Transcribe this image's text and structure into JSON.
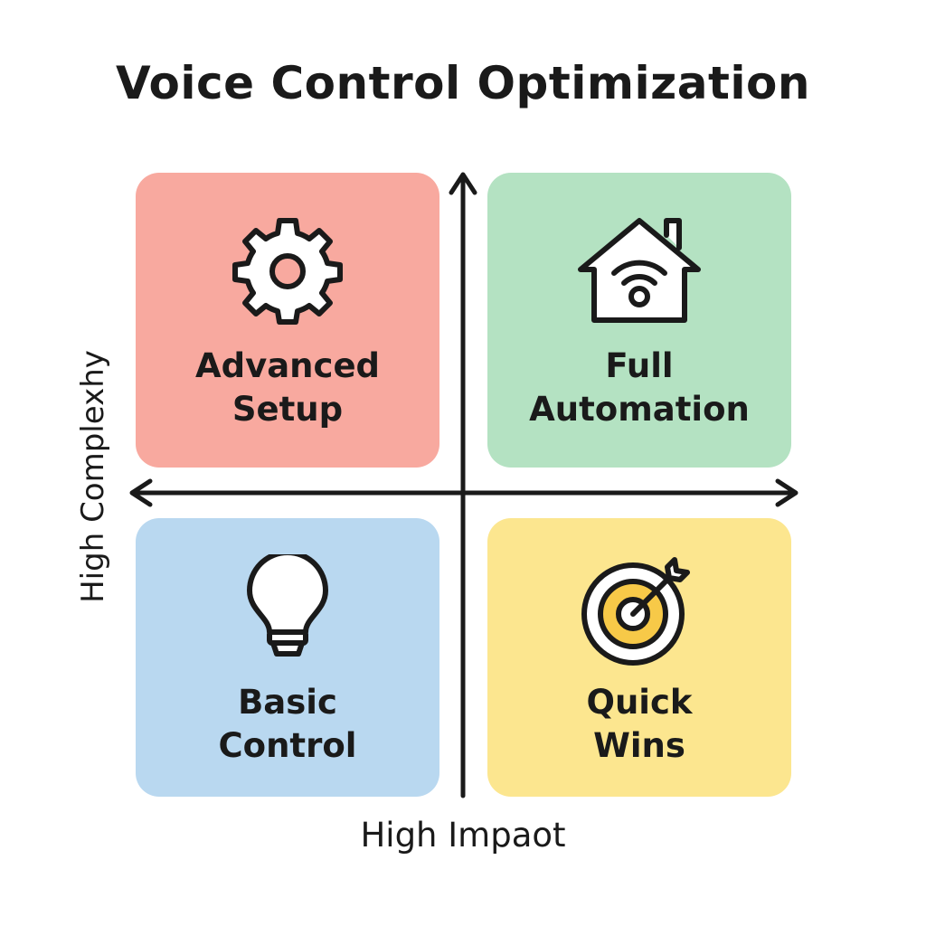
{
  "title": "Voice Control Optimization",
  "axes": {
    "y_label": "High Complexhy",
    "x_label": "High Impaot"
  },
  "quadrants": [
    {
      "id": "top-left",
      "label_line1": "Advanced",
      "label_line2": "Setup",
      "icon": "gear-icon",
      "color": "#f8a99f"
    },
    {
      "id": "top-right",
      "label_line1": "Full",
      "label_line2": "Automation",
      "icon": "smart-home-icon",
      "color": "#b4e2c2"
    },
    {
      "id": "bottom-left",
      "label_line1": "Basic",
      "label_line2": "Control",
      "icon": "lightbulb-icon",
      "color": "#b9d8f0"
    },
    {
      "id": "bottom-right",
      "label_line1": "Quick",
      "label_line2": "Wins",
      "icon": "target-icon",
      "color": "#fce68f"
    }
  ],
  "colors": {
    "ink": "#1a1a1a",
    "target_center": "#f7c948"
  }
}
